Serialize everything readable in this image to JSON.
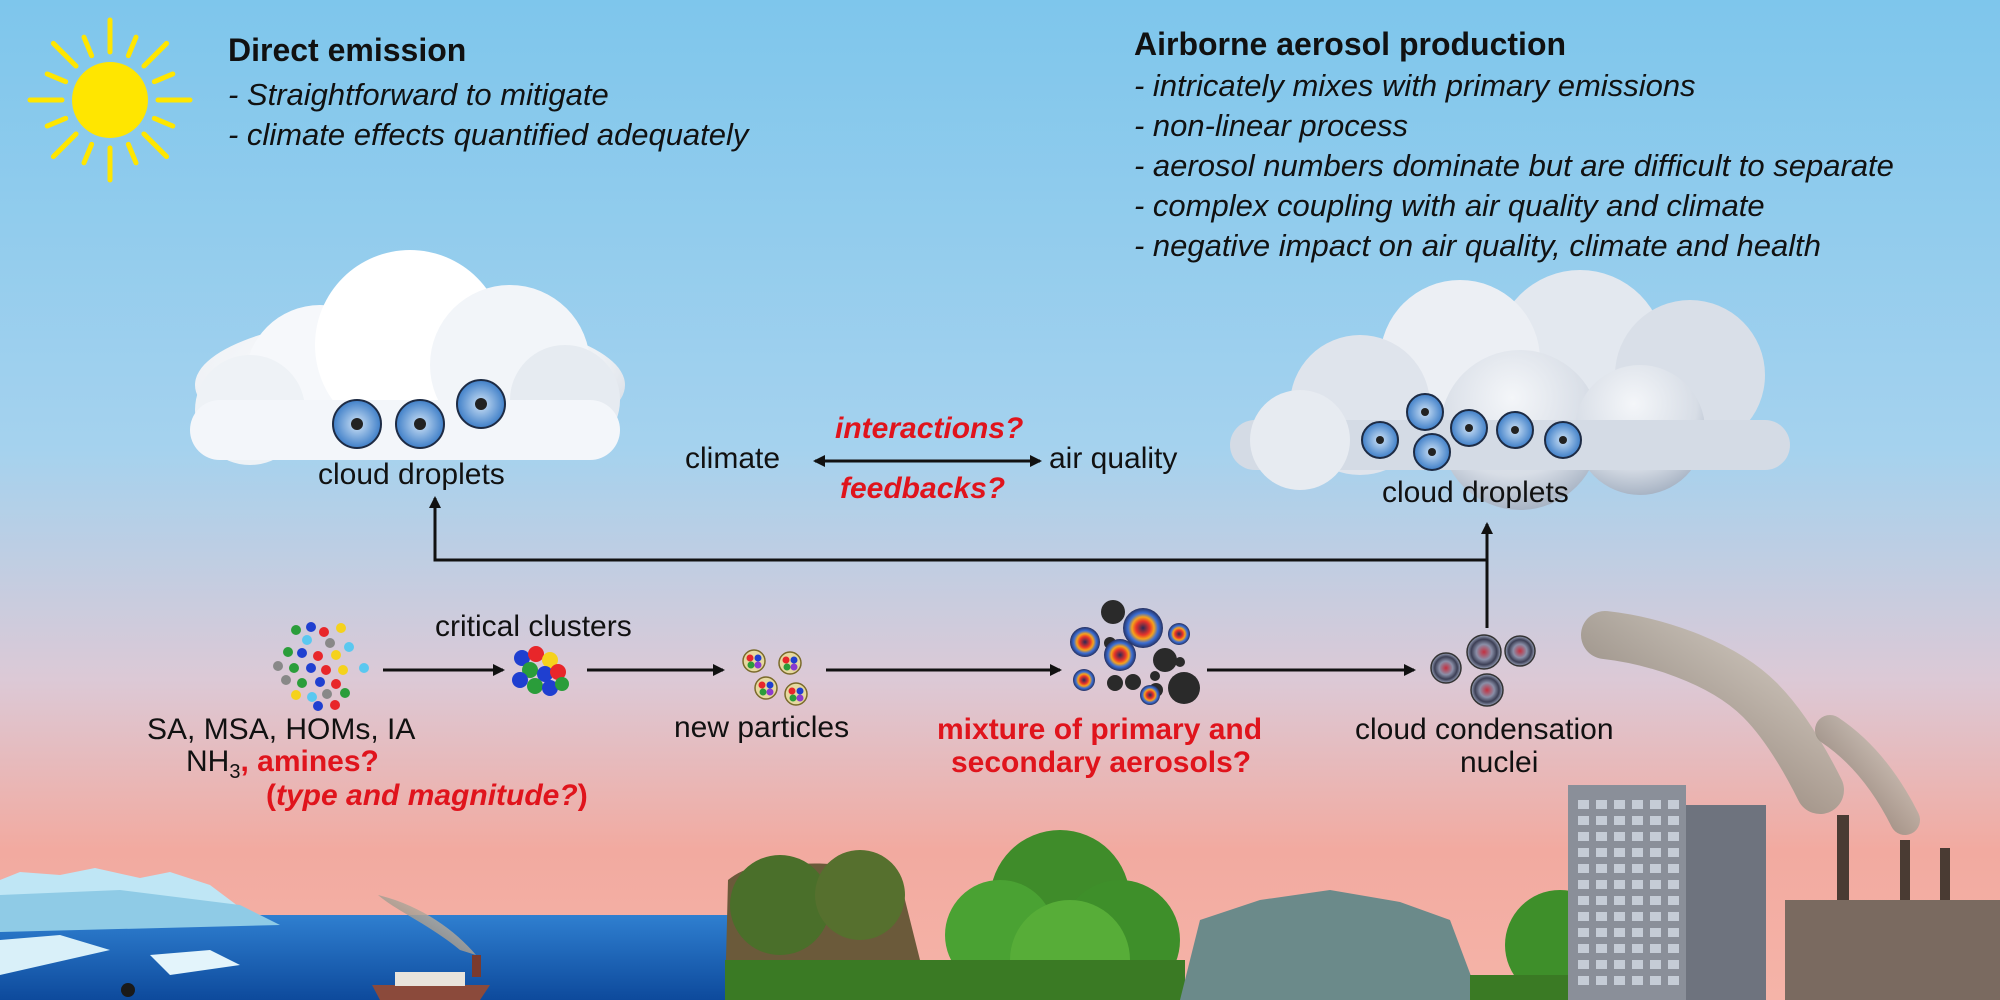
{
  "left_panel": {
    "title": "Direct emission",
    "points": [
      "- Straightforward to mitigate",
      "- climate effects quantified adequately"
    ]
  },
  "right_panel": {
    "title": "Airborne aerosol production",
    "points": [
      "- intricately mixes with primary emissions",
      "- non-linear process",
      "- aerosol numbers dominate but are difficult to separate",
      "- complex coupling with air quality and climate",
      "- negative impact on air quality, climate and health"
    ]
  },
  "labels": {
    "cloud_left": "cloud droplets",
    "cloud_right": "cloud droplets",
    "climate": "climate",
    "air_quality": "air quality",
    "interactions": "interactions?",
    "feedbacks": "feedbacks?",
    "critical_clusters": "critical clusters",
    "precursors_line1": "SA, MSA, HOMs, IA",
    "nh3": "NH",
    "nh3_sub": "3",
    "amines": ", amines?",
    "type_open": "(",
    "type_magnitude": "type and magnitude?",
    "type_close": ")",
    "new_particles": "new particles",
    "mixture_line1": "mixture of primary and",
    "mixture_line2": "secondary aerosols?",
    "ccn_line1": "cloud condensation",
    "ccn_line2": "nuclei"
  },
  "colors": {
    "sky_top": "#7ec6ec",
    "sky_bottom": "#f2aaa0",
    "red_text": "#e0141c",
    "sun": "#ffe600",
    "droplet_fill": "#4b8bd0"
  }
}
